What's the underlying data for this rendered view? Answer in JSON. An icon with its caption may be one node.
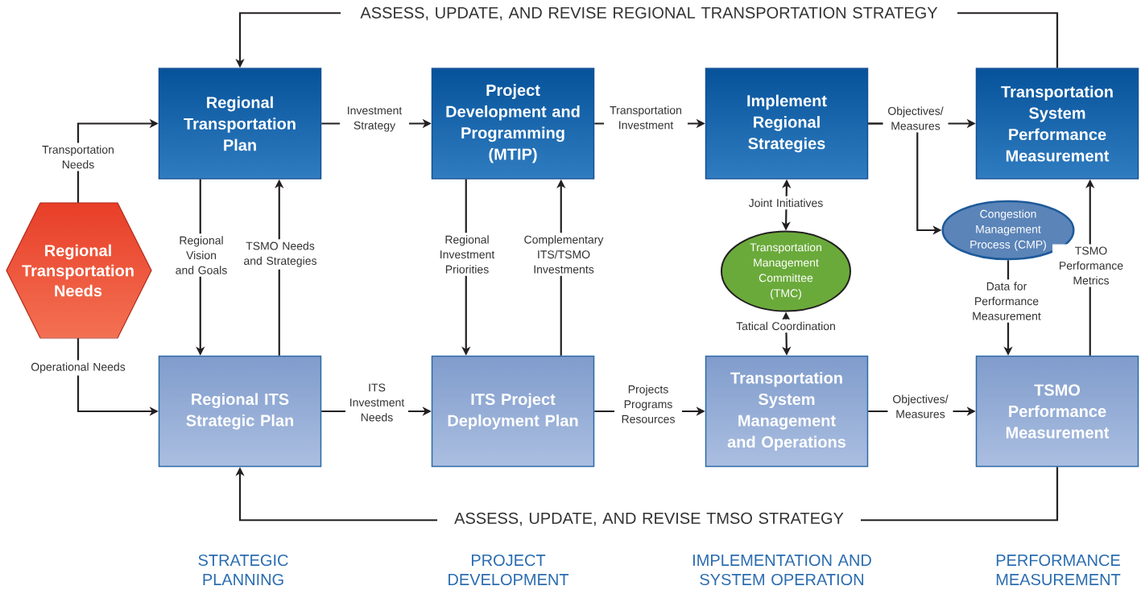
{
  "diagram": {
    "nodes": [
      {
        "text": [
          "Regional Transportation Needs"
        ]
      },
      {
        "text": [
          "Regional Transportation Plan"
        ]
      },
      {
        "text": [
          "Project Development and Programming (MTIP)"
        ]
      },
      {
        "text": [
          "Implement Regional Strategies"
        ]
      },
      {
        "text": [
          "Transportation System Performance Measurement"
        ]
      },
      {
        "text": [
          "Congestion Management Process (CMP)"
        ]
      },
      {
        "text": [
          "Transportation Management Committee (TMC)"
        ]
      },
      {
        "text": [
          "Regional ITS Strategic Plan"
        ]
      },
      {
        "text": [
          "ITS Project Deployment Plan"
        ]
      },
      {
        "text": [
          "Transportation System Management and Operations"
        ]
      },
      {
        "text": [
          "TSMO Performance Measurement"
        ]
      }
    ],
    "edges": [
      {
        "from": 0,
        "to": 1,
        "arrow": "to",
        "label": "Transportation Needs"
      },
      {
        "from": 0,
        "to": 7,
        "arrow": "to",
        "label": "Operational Needs"
      },
      {
        "from": 1,
        "to": 2,
        "arrow": "to",
        "label": "Investment Strategy"
      },
      {
        "from": 2,
        "to": 3,
        "arrow": "to",
        "label": "Transportation Investment"
      },
      {
        "from": 3,
        "to": 4,
        "arrow": "to",
        "label": "Objectives/ Measures"
      },
      {
        "from": 3,
        "to": 5,
        "arrow": "to"
      },
      {
        "from": 4,
        "to": 1,
        "arrow": "to",
        "label": "ASSESS, UPDATE, AND REVISE REGIONAL TRANSPORTATION STRATEGY"
      },
      {
        "from": 1,
        "to": 7,
        "arrow": "to",
        "label": "Regional Vision and Goals"
      },
      {
        "from": 7,
        "to": 1,
        "arrow": "to",
        "label": "TSMO Needs and Strategies"
      },
      {
        "from": 2,
        "to": 8,
        "arrow": "to",
        "label": "Regional Investment Priorities"
      },
      {
        "from": 8,
        "to": 2,
        "arrow": "to",
        "label": "Complementary ITS/TSMO Investments"
      },
      {
        "from": 3,
        "to": 6,
        "arrow": "both",
        "label": "Joint Initiatives"
      },
      {
        "from": 6,
        "to": 9,
        "arrow": "both",
        "label": "Tatical Coordination"
      },
      {
        "from": 5,
        "to": 10,
        "arrow": "to",
        "label": "Data for Performance Measurement"
      },
      {
        "from": 10,
        "to": 4,
        "arrow": "to",
        "label": "TSMO Performance Metrics"
      },
      {
        "from": 7,
        "to": 8,
        "arrow": "to",
        "label": "ITS Investment Needs"
      },
      {
        "from": 8,
        "to": 9,
        "arrow": "to",
        "label": "Projects Programs Resources"
      },
      {
        "from": 9,
        "to": 10,
        "arrow": "to",
        "label": "Objectives/ Measures"
      },
      {
        "from": 10,
        "to": 7,
        "arrow": "to",
        "label": "ASSESS, UPDATE, AND REVISE TMSO STRATEGY"
      }
    ],
    "labels": [
      "STRATEGIC PLANNING",
      "PROJECT DEVELOPMENT",
      "IMPLEMENTATION AND SYSTEM OPERATION",
      "PERFORMANCE MEASUREMENT"
    ]
  }
}
